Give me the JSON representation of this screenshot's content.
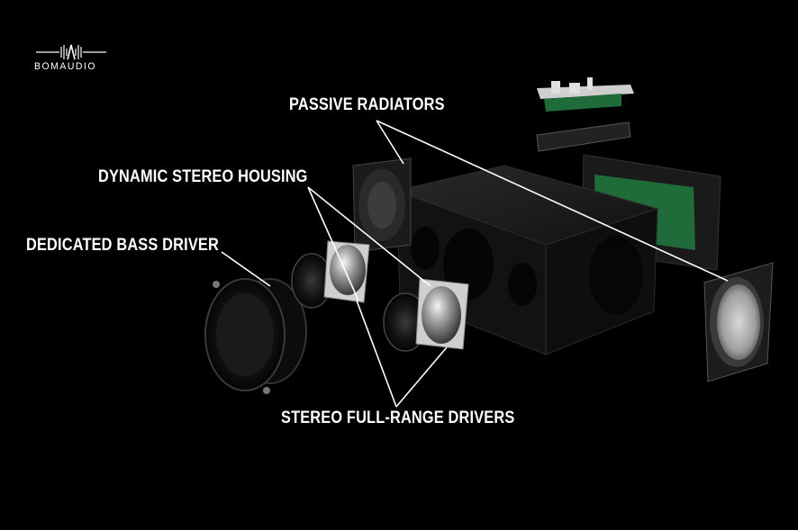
{
  "logo": {
    "text": "BŌMAUDIO"
  },
  "callouts": {
    "passive_radiators": "PASSIVE RADIATORS",
    "dynamic_stereo_housing": "DYNAMIC STEREO HOUSING",
    "dedicated_bass_driver": "DEDICATED BASS DRIVER",
    "stereo_full_range_drivers": "STEREO FULL-RANGE DRIVERS"
  },
  "colors": {
    "background": "#000000",
    "text": "#ffffff",
    "leader_line": "#ffffff",
    "housing": "#161616",
    "pcb": "#1f6b3a"
  }
}
